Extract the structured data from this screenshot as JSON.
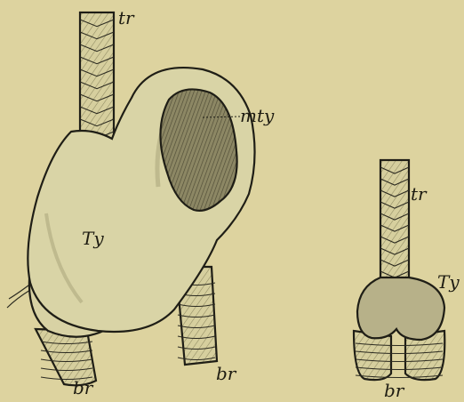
{
  "labels": {
    "left_trachea": "tr",
    "membrane": "mty",
    "left_tympanum": "Ty",
    "left_bronchus_1": "br",
    "left_bronchus_2": "br",
    "right_trachea": "tr",
    "right_tympanum": "Ty",
    "right_bronchus": "br"
  },
  "colors": {
    "background": "#ddd39f",
    "ink": "#1f1e16",
    "body_fill": "#d9d4a6",
    "membrane_fill": "#7a7656"
  }
}
